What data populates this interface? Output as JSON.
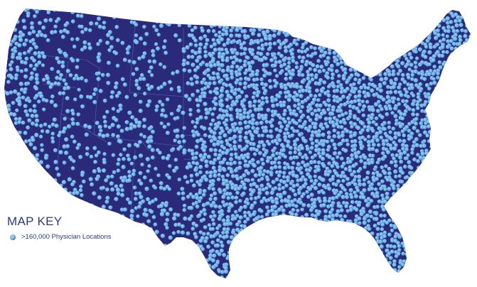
{
  "map_key": {
    "title": "MAP KEY",
    "legend_label": ">160,000 Physician Locations"
  },
  "colors": {
    "land": "#2b2a7a",
    "dot": "#5da4de",
    "dot_highlight": "#9cd0f5",
    "border": "#4b56a8",
    "background": "#ffffff"
  },
  "map": {
    "region": "contiguous-united-states",
    "marker_icon": "blue-sphere-icon"
  }
}
